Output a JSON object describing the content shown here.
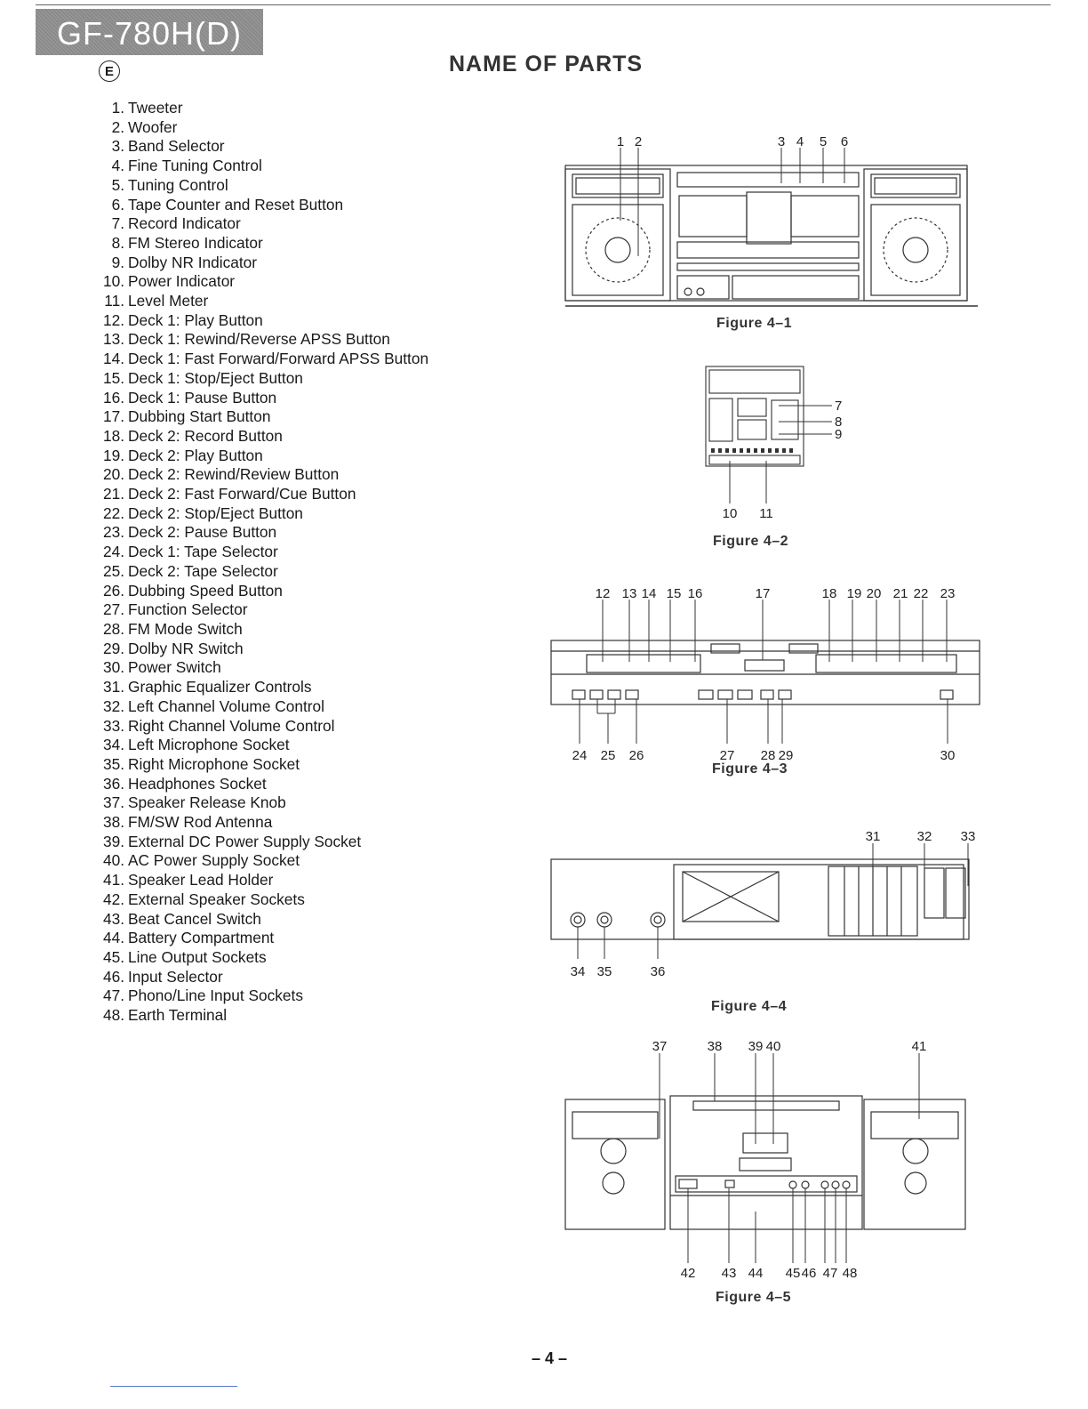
{
  "header": {
    "model": "GF-780H(D)",
    "language_badge": "E",
    "title": "NAME OF PARTS"
  },
  "parts": [
    {
      "num": "1.",
      "label": "Tweeter"
    },
    {
      "num": "2.",
      "label": "Woofer"
    },
    {
      "num": "3.",
      "label": "Band Selector"
    },
    {
      "num": "4.",
      "label": "Fine Tuning Control"
    },
    {
      "num": "5.",
      "label": "Tuning Control"
    },
    {
      "num": "6.",
      "label": "Tape Counter and Reset Button"
    },
    {
      "num": "7.",
      "label": "Record Indicator"
    },
    {
      "num": "8.",
      "label": "FM Stereo Indicator"
    },
    {
      "num": "9.",
      "label": "Dolby NR Indicator"
    },
    {
      "num": "10.",
      "label": "Power Indicator"
    },
    {
      "num": "11.",
      "label": "Level Meter"
    },
    {
      "num": "12.",
      "label": "Deck 1: Play Button"
    },
    {
      "num": "13.",
      "label": "Deck 1: Rewind/Reverse APSS Button"
    },
    {
      "num": "14.",
      "label": "Deck 1: Fast Forward/Forward APSS Button"
    },
    {
      "num": "15.",
      "label": "Deck 1: Stop/Eject Button"
    },
    {
      "num": "16.",
      "label": "Deck 1: Pause Button"
    },
    {
      "num": "17.",
      "label": "Dubbing Start Button"
    },
    {
      "num": "18.",
      "label": "Deck 2: Record Button"
    },
    {
      "num": "19.",
      "label": "Deck 2: Play Button"
    },
    {
      "num": "20.",
      "label": "Deck 2: Rewind/Review Button"
    },
    {
      "num": "21.",
      "label": "Deck 2: Fast Forward/Cue Button"
    },
    {
      "num": "22.",
      "label": "Deck 2: Stop/Eject Button"
    },
    {
      "num": "23.",
      "label": "Deck 2: Pause Button"
    },
    {
      "num": "24.",
      "label": "Deck 1: Tape Selector"
    },
    {
      "num": "25.",
      "label": "Deck 2: Tape Selector"
    },
    {
      "num": "26.",
      "label": "Dubbing Speed Button"
    },
    {
      "num": "27.",
      "label": "Function Selector"
    },
    {
      "num": "28.",
      "label": "FM Mode Switch"
    },
    {
      "num": "29.",
      "label": "Dolby NR Switch"
    },
    {
      "num": "30.",
      "label": "Power Switch"
    },
    {
      "num": "31.",
      "label": "Graphic Equalizer Controls"
    },
    {
      "num": "32.",
      "label": "Left Channel Volume Control"
    },
    {
      "num": "33.",
      "label": "Right Channel Volume Control"
    },
    {
      "num": "34.",
      "label": "Left Microphone Socket"
    },
    {
      "num": "35.",
      "label": "Right Microphone Socket"
    },
    {
      "num": "36.",
      "label": "Headphones Socket"
    },
    {
      "num": "37.",
      "label": "Speaker Release Knob"
    },
    {
      "num": "38.",
      "label": "FM/SW Rod Antenna"
    },
    {
      "num": "39.",
      "label": "External DC Power Supply Socket"
    },
    {
      "num": "40.",
      "label": "AC Power Supply Socket"
    },
    {
      "num": "41.",
      "label": "Speaker Lead Holder"
    },
    {
      "num": "42.",
      "label": "External Speaker Sockets"
    },
    {
      "num": "43.",
      "label": "Beat Cancel Switch"
    },
    {
      "num": "44.",
      "label": "Battery Compartment"
    },
    {
      "num": "45.",
      "label": "Line Output Sockets"
    },
    {
      "num": "46.",
      "label": "Input Selector"
    },
    {
      "num": "47.",
      "label": "Phono/Line Input Sockets"
    },
    {
      "num": "48.",
      "label": "Earth Terminal"
    }
  ],
  "figures": {
    "fig1": {
      "caption": "Figure 4–1",
      "callouts": [
        "1",
        "2",
        "3",
        "4",
        "5",
        "6"
      ]
    },
    "fig2": {
      "caption": "Figure 4–2",
      "callouts": [
        "7",
        "8",
        "9",
        "10",
        "11"
      ]
    },
    "fig3": {
      "caption": "Figure 4–3",
      "callouts": [
        "12",
        "13",
        "14",
        "15",
        "16",
        "17",
        "18",
        "19",
        "20",
        "21",
        "22",
        "23",
        "24",
        "25",
        "26",
        "27",
        "28",
        "29",
        "30"
      ]
    },
    "fig4": {
      "caption": "Figure 4–4",
      "callouts": [
        "31",
        "32",
        "33",
        "34",
        "35",
        "36"
      ]
    },
    "fig5": {
      "caption": "Figure 4–5",
      "callouts": [
        "37",
        "38",
        "39",
        "40",
        "41",
        "42",
        "43",
        "44",
        "45",
        "46",
        "47",
        "48"
      ]
    }
  },
  "footer": {
    "page_number": "– 4 –"
  }
}
